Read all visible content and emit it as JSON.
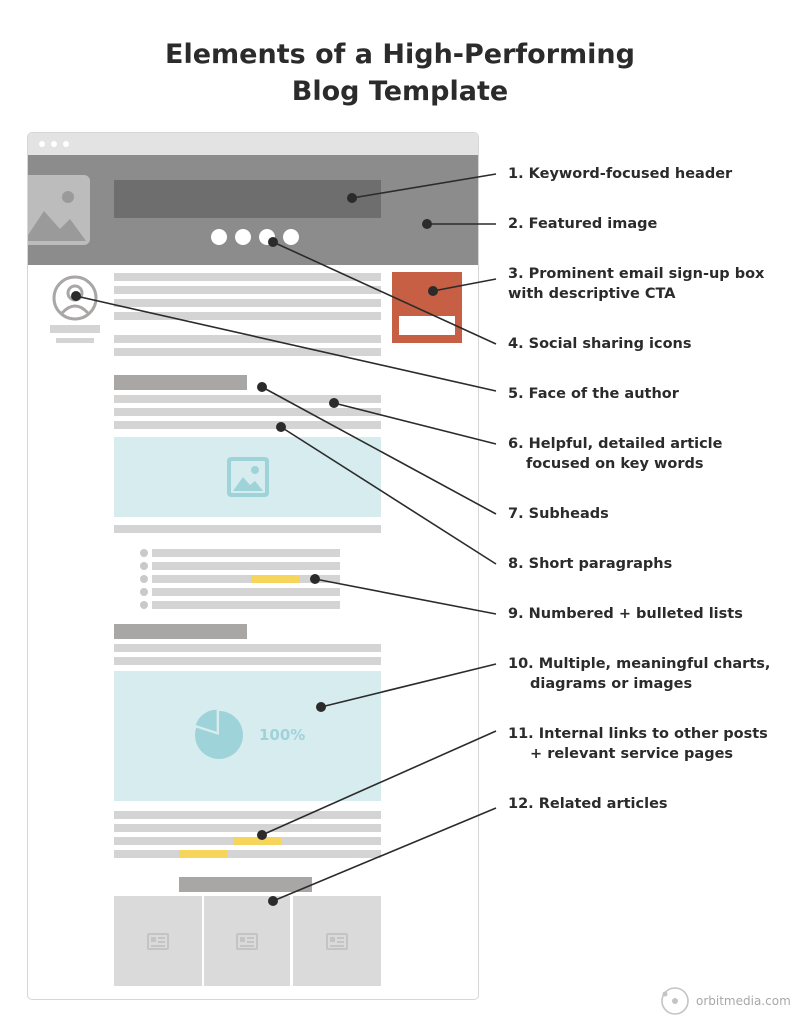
{
  "title": {
    "line1": "Elements of a High-Performing",
    "line2": "Blog Template"
  },
  "labels": [
    {
      "line1": "1. Keyword-focused header"
    },
    {
      "line1": "2. Featured image"
    },
    {
      "line1": "3. Prominent email sign-up box",
      "line2": "with descriptive CTA"
    },
    {
      "line1": "4. Social sharing icons"
    },
    {
      "line1": "5. Face of the author"
    },
    {
      "line1": "6. Helpful, detailed article",
      "line2": "focused on key words"
    },
    {
      "line1": "7. Subheads"
    },
    {
      "line1": "8. Short paragraphs"
    },
    {
      "line1": "9. Numbered + bulleted lists"
    },
    {
      "line1": "10. Multiple, meaningful charts,",
      "line2": "diagrams or images"
    },
    {
      "line1": "11. Internal links to other posts",
      "line2": "+ relevant service pages"
    },
    {
      "line1": "12. Related articles"
    }
  ],
  "chart_label": "100%",
  "chart_share": 0.8,
  "brand": "orbitmedia.com",
  "colors": {
    "header_bg": "#8c8c8c",
    "text_line": "#d4d4d4",
    "subhead": "#a9a6a6",
    "highlight_link": "#f6d55c",
    "image_panel": "#d6ecee",
    "image_icon": "#9fd3da",
    "cta_box": "#c65f44"
  },
  "icons": [
    "image-icon",
    "avatar-icon",
    "pie-chart-icon",
    "newspaper-icon",
    "orbit-logo-icon"
  ]
}
